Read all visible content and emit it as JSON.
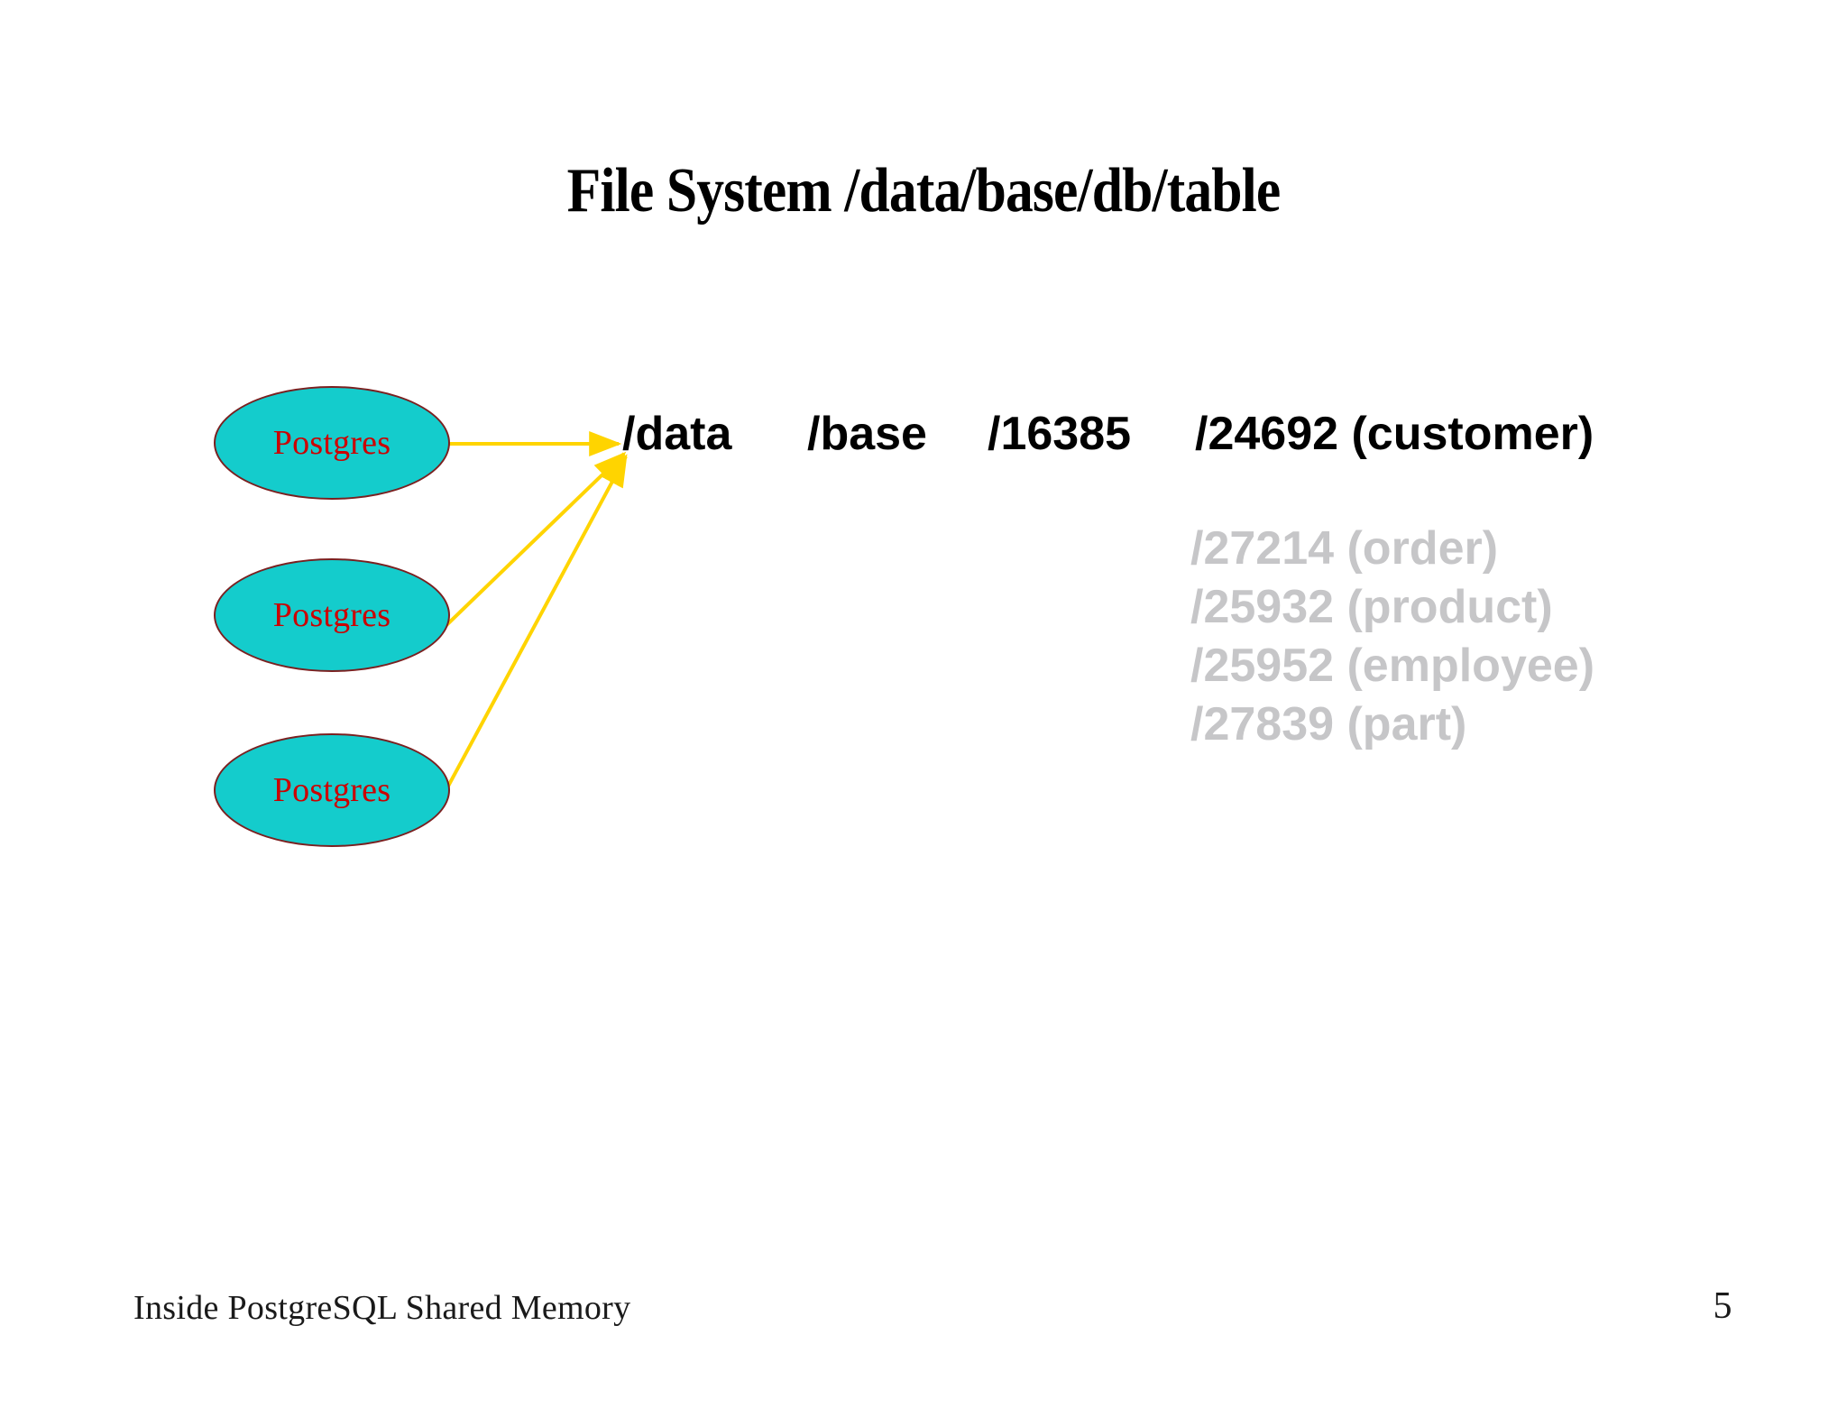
{
  "slide": {
    "title": "File System /data/base/db/table",
    "page_number": "5",
    "footer": "Inside PostgreSQL Shared Memory",
    "background_color": "#FFFFFF"
  },
  "colors": {
    "node_fill": "#14CCCC",
    "node_border": "#7A2020",
    "node_text": "#CC0000",
    "arrow": "#FFD400",
    "path_text": "#000000",
    "muted_text": "#C6C6C8"
  },
  "nodes": [
    {
      "label": "Postgres"
    },
    {
      "label": "Postgres"
    },
    {
      "label": "Postgres"
    }
  ],
  "path": {
    "segments": [
      {
        "name": "data-dir",
        "text": "/data"
      },
      {
        "name": "base-dir",
        "text": "/base"
      },
      {
        "name": "database-oid",
        "text": "/16385"
      },
      {
        "name": "table-file",
        "text": "/24692 (customer)"
      }
    ]
  },
  "table_list": [
    {
      "text": "/27214 (order)"
    },
    {
      "text": "/25932 (product)"
    },
    {
      "text": "/25952 (employee)"
    },
    {
      "text": "/27839 (part)"
    }
  ],
  "arrows": {
    "count": 3,
    "target_label": "/data",
    "description": "three backend processes connect to the same data directory"
  }
}
